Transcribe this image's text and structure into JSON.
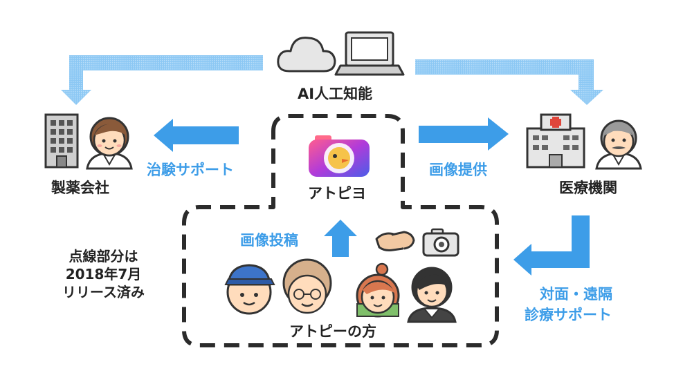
{
  "labels": {
    "ai": "AI人工知能",
    "pharma": "製薬会社",
    "medical": "医療機関",
    "app": "アトピヨ",
    "people": "アトピーの方",
    "clinical_support": "治験サポート",
    "image_provide": "画像提供",
    "image_post": "画像投稿",
    "remote_care_line1": "対面・遠隔",
    "remote_care_line2": "診療サポート",
    "note": "点線部分は\n2018年7月\nリリース済み"
  },
  "colors": {
    "accent_blue": "#3d9de8",
    "light_blue": "#8cc8f4",
    "dashed_border": "#2b2b2b",
    "text": "#222222"
  },
  "icons": [
    "cloud-icon",
    "laptop-icon",
    "building-icon",
    "woman-doctor-icon",
    "hospital-icon",
    "old-doctor-icon",
    "camera-app-icon",
    "handshake-icon",
    "camera-icon",
    "boy-cap-icon",
    "grandma-icon",
    "girl-icon",
    "businessman-icon"
  ]
}
